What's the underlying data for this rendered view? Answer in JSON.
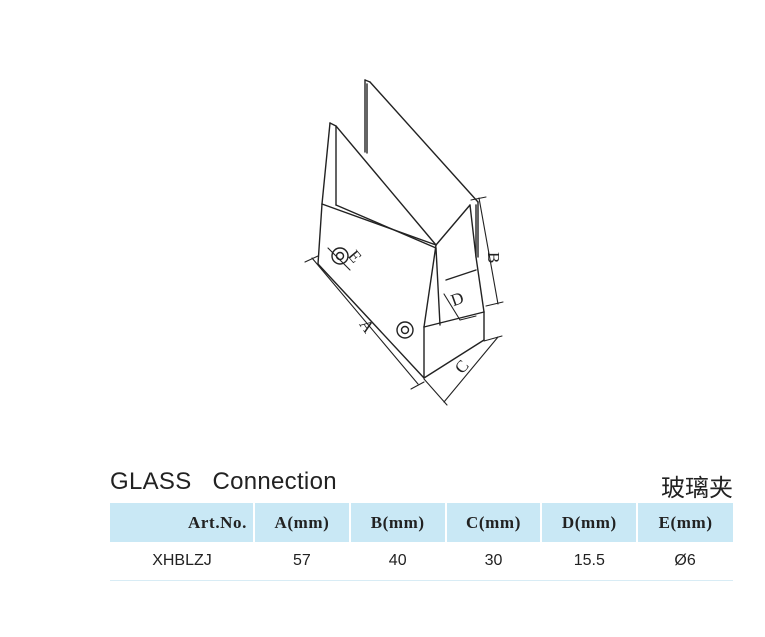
{
  "diagram": {
    "labels": {
      "a": "A",
      "b": "B",
      "c": "C",
      "d": "D",
      "e": "E"
    }
  },
  "title": {
    "english": "GLASS   Connection",
    "chinese": "玻璃夹"
  },
  "table": {
    "headers": [
      "Art.No.",
      "A(mm)",
      "B(mm)",
      "C(mm)",
      "D(mm)",
      "E(mm)"
    ],
    "rows": [
      [
        "XHBLZJ",
        "57",
        "40",
        "30",
        "15.5",
        "Ø6"
      ]
    ]
  }
}
